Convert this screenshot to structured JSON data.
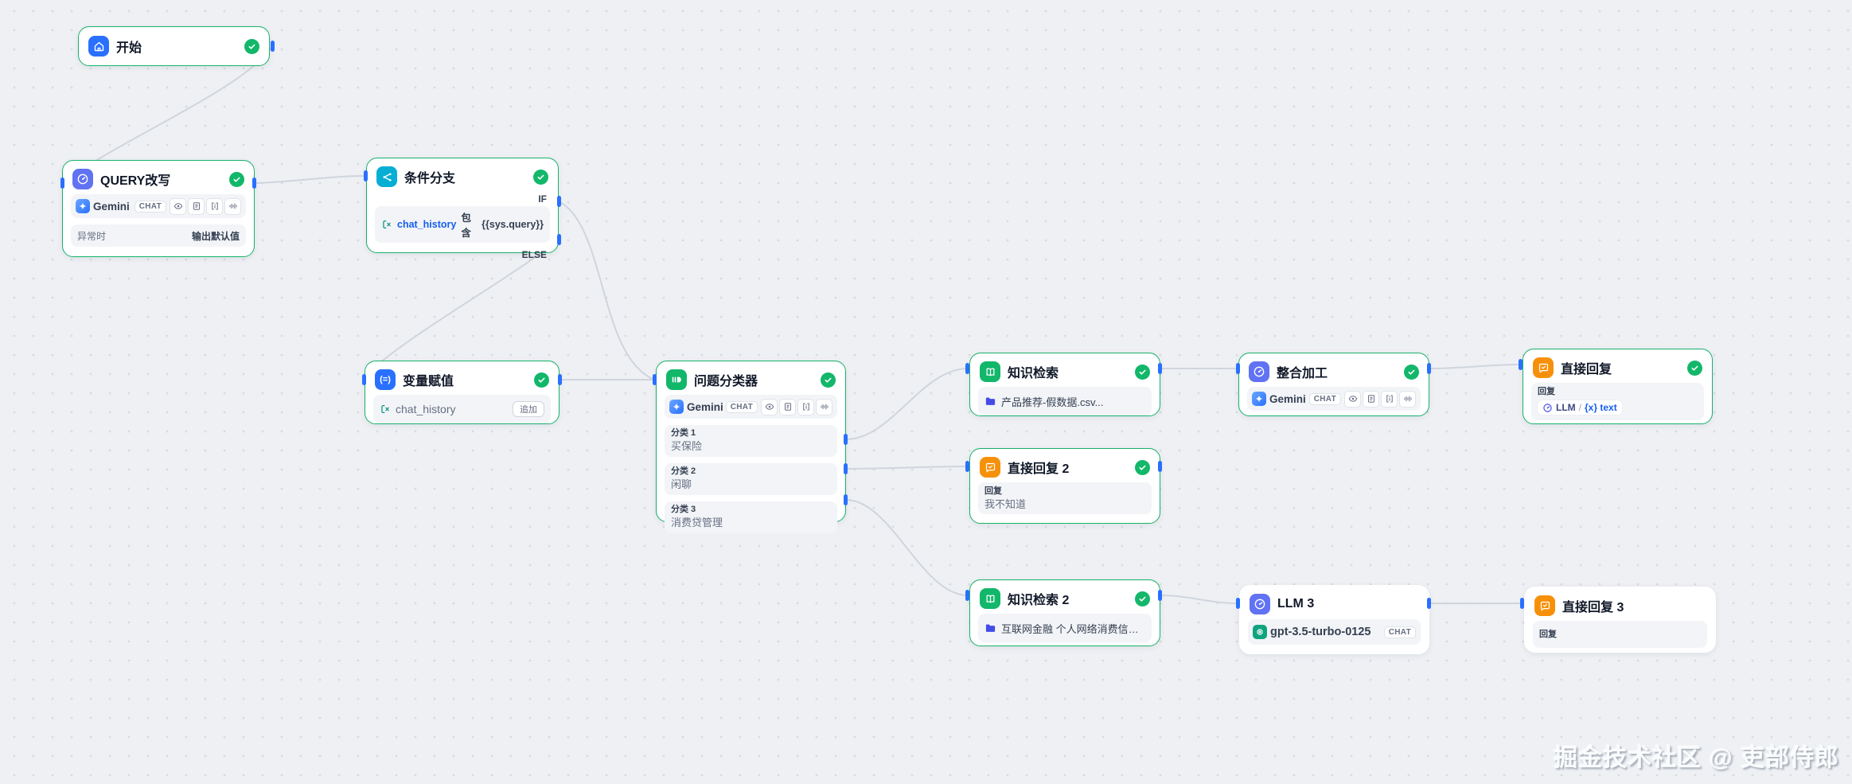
{
  "badges": {
    "chat": "CHAT",
    "append": "追加"
  },
  "nodes": {
    "start": {
      "title": "开始"
    },
    "query_rewrite": {
      "title": "QUERY改写",
      "model": "Gemini ...",
      "footer_left": "异常时",
      "footer_right": "输出默认值"
    },
    "if_else": {
      "title": "条件分支",
      "if_label": "IF",
      "else_label": "ELSE",
      "condition_var": "chat_history",
      "condition_op": "包含",
      "condition_value": "{{sys.query}}"
    },
    "var_assign": {
      "title": "变量赋值",
      "variable": "chat_history"
    },
    "classifier": {
      "title": "问题分类器",
      "model": "Gemini ...",
      "classes": [
        {
          "label": "分类 1",
          "value": "买保险"
        },
        {
          "label": "分类 2",
          "value": "闲聊"
        },
        {
          "label": "分类 3",
          "value": "消费贷管理"
        }
      ]
    },
    "kb1": {
      "title": "知识检索",
      "dataset": "产品推荐-假数据.csv..."
    },
    "answer2": {
      "title": "直接回复 2",
      "label": "回复",
      "value": "我不知道"
    },
    "kb2": {
      "title": "知识检索 2",
      "dataset": "互联网金融 个人网络消费信贷 ..."
    },
    "merge": {
      "title": "整合加工",
      "model": "Gemini ..."
    },
    "llm3": {
      "title": "LLM 3",
      "model": "gpt-3.5-turbo-0125"
    },
    "answer1": {
      "title": "直接回复",
      "label": "回复",
      "var_prefix": "LLM",
      "var_sep": "/",
      "var_value": "{x} text"
    },
    "answer3": {
      "title": "直接回复 3",
      "label": "回复"
    }
  },
  "watermark": "掘金技术社区 @ 吏部侍郎"
}
